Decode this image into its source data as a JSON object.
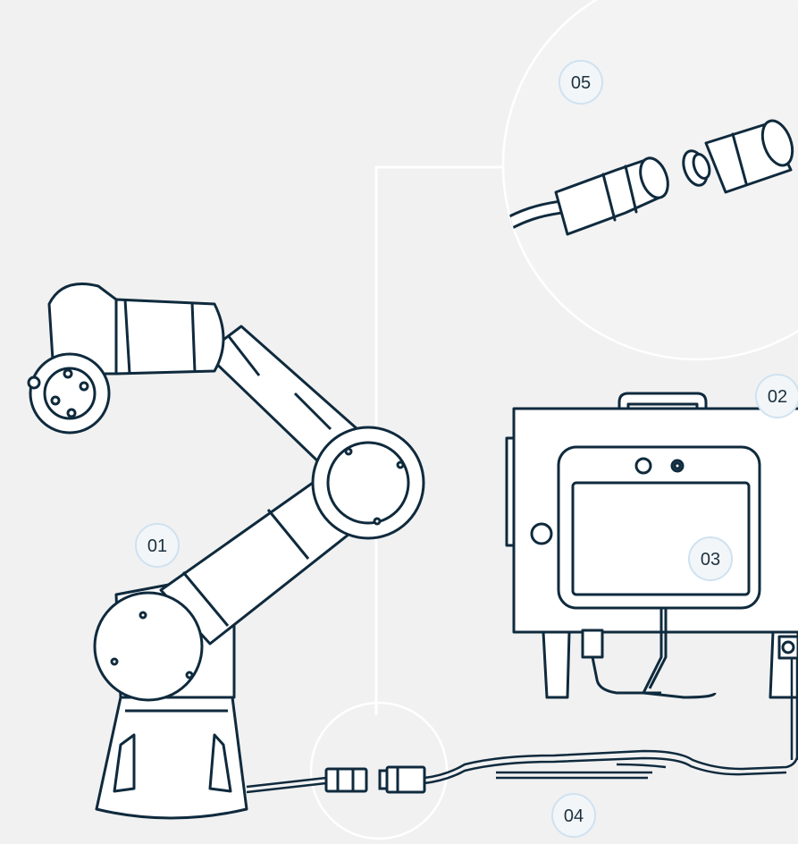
{
  "colors": {
    "background": "#f1f1f1",
    "outline": "#0f2a3d",
    "fill": "#ffffff",
    "callout_line": "#ffffff",
    "badge_border": "#cfe2f1",
    "badge_fill": "#f3f6f8",
    "badge_text": "#1d3140"
  },
  "callouts": {
    "robot_arm": "01",
    "control_box": "02",
    "teach_pendant": "03",
    "cable": "04",
    "connector_detail": "05"
  }
}
